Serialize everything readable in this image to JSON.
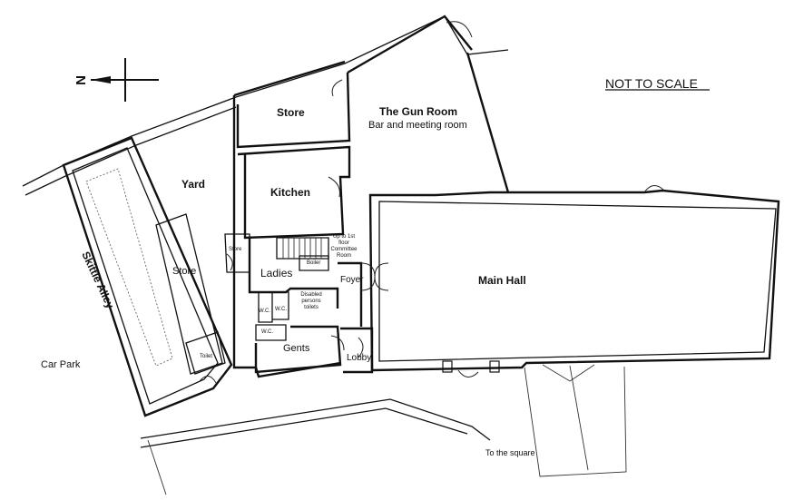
{
  "compass": {
    "north_letter": "N"
  },
  "scale_note": "NOT TO SCALE",
  "rooms": {
    "gun_room": "The Gun Room",
    "gun_room_sub": "Bar and meeting room",
    "store_top": "Store",
    "kitchen": "Kitchen",
    "yard": "Yard",
    "skittle_alley": "Skittle Alley",
    "store_alley": "Store",
    "toilet": "Toilet",
    "store_small": "Store",
    "boiler": "Boiler",
    "stairs_note": "Up to 1st floor Committee Room",
    "ladies": "Ladies",
    "foyer": "Foyer",
    "main_hall": "Main Hall",
    "disabled_toilets": "Disabled persons toilets",
    "wc_1": "W.C.",
    "wc_2": "W.C.",
    "wc_3": "W.C.",
    "gents": "Gents",
    "lobby": "Lobby"
  },
  "outside": {
    "car_park": "Car Park",
    "to_square": "To the square"
  }
}
